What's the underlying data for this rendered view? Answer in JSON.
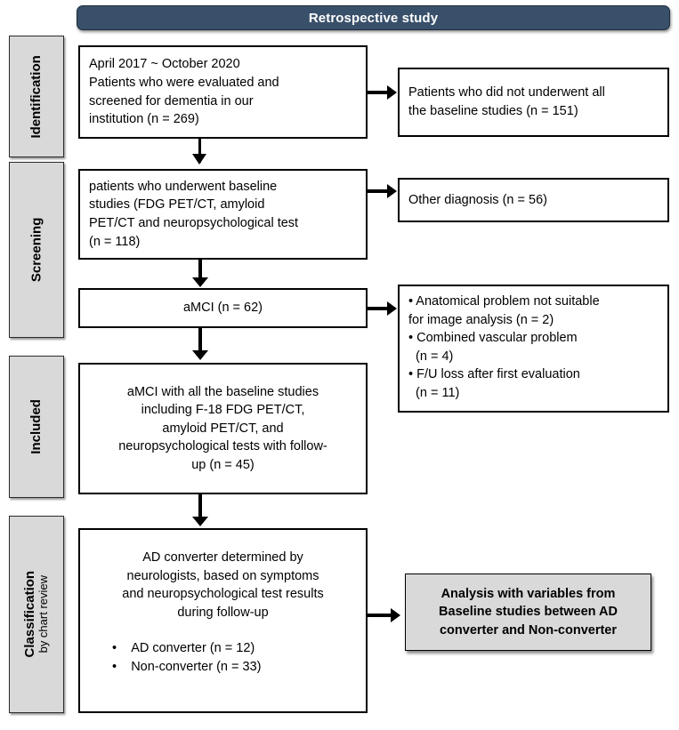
{
  "header": {
    "title": "Retrospective study",
    "bg_color": "#39506b",
    "text_color": "#ffffff"
  },
  "stages": [
    {
      "name": "identification",
      "label": "Identification",
      "sublabel": ""
    },
    {
      "name": "screening",
      "label": "Screening",
      "sublabel": ""
    },
    {
      "name": "included",
      "label": "Included",
      "sublabel": ""
    },
    {
      "name": "classification",
      "label": "Classification",
      "sublabel": "by chart review"
    }
  ],
  "boxes": {
    "identification": {
      "lines": [
        "April 2017 ~ October 2020",
        "Patients who were evaluated and",
        "screened for dementia in our",
        "institution (n = 269)"
      ]
    },
    "excluded_baseline": {
      "lines": [
        "Patients who did not underwent all",
        "the baseline studies (n = 151)"
      ]
    },
    "screening": {
      "lines": [
        "patients who underwent baseline",
        "studies (FDG PET/CT,  amyloid",
        "PET/CT and neuropsychological test",
        "(n = 118)"
      ]
    },
    "excluded_other": {
      "lines": [
        "Other diagnosis (n = 56)"
      ]
    },
    "amci": {
      "lines": [
        "aMCI (n = 62)"
      ]
    },
    "excluded_bullets": {
      "lines": [
        "• Anatomical problem not suitable",
        "for image analysis (n = 2)",
        "• Combined vascular problem",
        "  (n = 4)",
        "• F/U loss after first evaluation",
        "  (n = 11)"
      ]
    },
    "included": {
      "lines": [
        "aMCI with all the baseline studies",
        "including  F-18 FDG PET/CT,",
        "amyloid PET/CT, and",
        "neuropsychological tests with follow-",
        "up (n = 45)"
      ]
    },
    "classification": {
      "lines": [
        "AD converter determined by",
        "neurologists, based on symptoms",
        "and neuropsychological test results",
        "during follow-up"
      ],
      "bullets": [
        "•    AD converter (n = 12)",
        "•    Non-converter (n = 33)"
      ]
    },
    "analysis": {
      "lines": [
        "Analysis with variables from",
        "Baseline studies between AD",
        "converter and Non-converter"
      ],
      "bg_color": "#d9d9d9"
    }
  }
}
